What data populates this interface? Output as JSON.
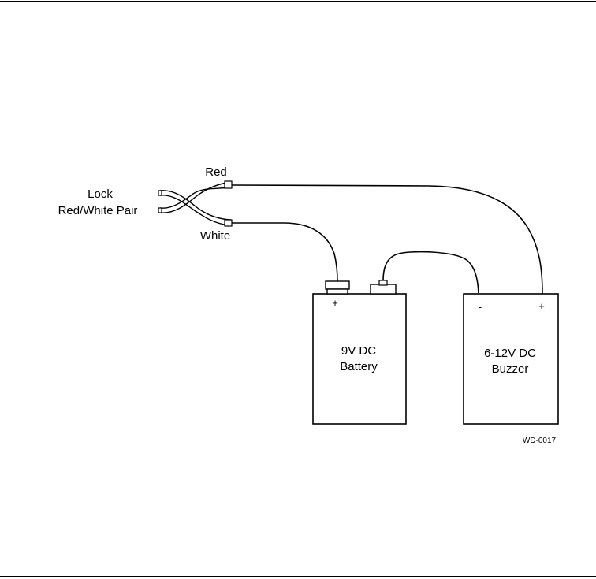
{
  "diagram": {
    "lock_label_line1": "Lock",
    "lock_label_line2": "Red/White Pair",
    "red_wire_label": "Red",
    "white_wire_label": "White",
    "battery": {
      "name_line1": "9V DC",
      "name_line2": "Battery",
      "positive_terminal": "+",
      "negative_terminal": "-"
    },
    "buzzer": {
      "name_line1": "6-12V DC",
      "name_line2": "Buzzer",
      "negative_terminal": "-",
      "positive_terminal": "+"
    },
    "drawing_code": "WD-0017"
  }
}
